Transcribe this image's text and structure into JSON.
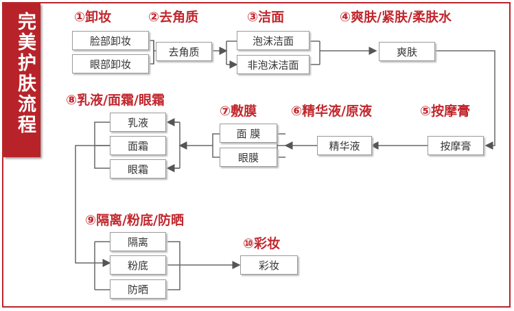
{
  "title": "完美护肤流程",
  "colors": {
    "accent": "#b8232a",
    "line": "#666666"
  },
  "steps": {
    "s1": {
      "label": "①卸妆",
      "items": [
        "脸部卸妆",
        "眼部卸妆"
      ]
    },
    "s2": {
      "label": "②去角质",
      "items": [
        "去角质"
      ]
    },
    "s3": {
      "label": "③洁面",
      "items": [
        "泡沫洁面",
        "非泡沫洁面"
      ]
    },
    "s4": {
      "label": "④爽肤/紧肤/柔肤水",
      "items": [
        "爽肤"
      ]
    },
    "s5": {
      "label": "⑤按摩膏",
      "items": [
        "按摩膏"
      ]
    },
    "s6": {
      "label": "⑥精华液/原液",
      "items": [
        "精华液"
      ]
    },
    "s7": {
      "label": "⑦敷膜",
      "items": [
        "面 膜",
        "眼膜"
      ]
    },
    "s8": {
      "label": "⑧乳液/面霜/眼霜",
      "items": [
        "乳液",
        "面霜",
        "眼霜"
      ]
    },
    "s9": {
      "label": "⑨隔离/粉底/防晒",
      "items": [
        "隔离",
        "粉底",
        "防晒"
      ]
    },
    "s10": {
      "label": "⑩彩妆",
      "items": [
        "彩妆"
      ]
    }
  }
}
